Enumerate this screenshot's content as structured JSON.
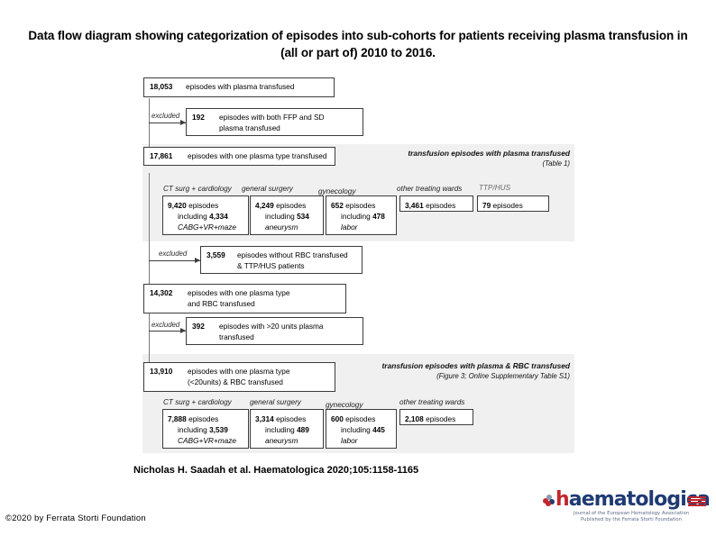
{
  "slide": {
    "title": "Data flow diagram showing categorization of episodes into sub-cohorts for patients receiving plasma transfusion in (all or part of) 2010 to 2016.",
    "citation": "Nicholas H. Saadah et al. Haematologica 2020;105:1158-1165",
    "copyright": "©2020 by Ferrata Storti Foundation"
  },
  "logo": {
    "word_a": "h",
    "word_b": "aematologica",
    "sub_line1": "Journal of the European Hematology Association",
    "sub_line2": "Published by the Ferrata Storti Foundation",
    "brand_blue": "#1f3b73",
    "brand_red": "#c1272d"
  },
  "diagram": {
    "excluded_label": "excluded",
    "panels": [
      {
        "id": "panel-top",
        "caption_main": "transfusion episodes with plasma transfused",
        "caption_sub": "(Table 1)"
      },
      {
        "id": "panel-bottom",
        "caption_main": "transfusion episodes with plasma & RBC transfused",
        "caption_sub": "(Figure 3; Online Supplementary Table S1)"
      }
    ],
    "nodes": [
      {
        "id": "n-18053",
        "num": "18,053",
        "text_line1": "episodes with plasma transfused",
        "text_line2": ""
      },
      {
        "id": "n-192",
        "num": "192",
        "text_line1": "episodes with both FFP and SD",
        "text_line2": "plasma transfused"
      },
      {
        "id": "n-17861",
        "num": "17,861",
        "text_line1": "episodes with one plasma type transfused",
        "text_line2": ""
      },
      {
        "id": "n-3559",
        "num": "3,559",
        "text_line1": "episodes without RBC transfused",
        "text_line2": "&  TTP/HUS patients"
      },
      {
        "id": "n-14302",
        "num": "14,302",
        "text_line1": "episodes with one plasma type",
        "text_line2": "and RBC transfused"
      },
      {
        "id": "n-392",
        "num": "392",
        "text_line1": "episodes with >20 units plasma",
        "text_line2": "transfused"
      },
      {
        "id": "n-13910",
        "num": "13,910",
        "text_line1": "episodes with one plasma type",
        "text_line2": "(<20units) & RBC transfused"
      }
    ],
    "top_groups": [
      {
        "label": "CT surg + cardiology",
        "l1_num": "9,420",
        "l1_text": "episodes",
        "l2_pre": "including ",
        "l2_num": "4,334",
        "l3_text": "CABG+VR+maze"
      },
      {
        "label": "general surgery",
        "l1_num": "4,249",
        "l1_text": "episodes",
        "l2_pre": "including ",
        "l2_num": "534",
        "l3_text": "aneurysm"
      },
      {
        "label": "gynecology",
        "l1_num": "652",
        "l1_text": "episodes",
        "l2_pre": "including ",
        "l2_num": "478",
        "l3_text": "labor"
      },
      {
        "label": "other treating wards",
        "l1_num": "3,461",
        "l1_text": "episodes",
        "l2_pre": "",
        "l2_num": "",
        "l3_text": ""
      },
      {
        "label": "TTP/HUS",
        "l1_num": "79",
        "l1_text": "episodes",
        "l2_pre": "",
        "l2_num": "",
        "l3_text": ""
      }
    ],
    "bottom_groups": [
      {
        "label": "CT surg + cardiology",
        "l1_num": "7,888",
        "l1_text": "episodes",
        "l2_pre": "including ",
        "l2_num": "3,539",
        "l3_text": "CABG+VR+maze"
      },
      {
        "label": "general surgery",
        "l1_num": "3,314",
        "l1_text": "episodes",
        "l2_pre": "including ",
        "l2_num": "489",
        "l3_text": "aneurysm"
      },
      {
        "label": "gynecology",
        "l1_num": "600",
        "l1_text": "episodes",
        "l2_pre": "including ",
        "l2_num": "445",
        "l3_text": "labor"
      },
      {
        "label": "other treating wards",
        "l1_num": "2,108",
        "l1_text": "episodes",
        "l2_pre": "",
        "l2_num": "",
        "l3_text": ""
      }
    ]
  }
}
